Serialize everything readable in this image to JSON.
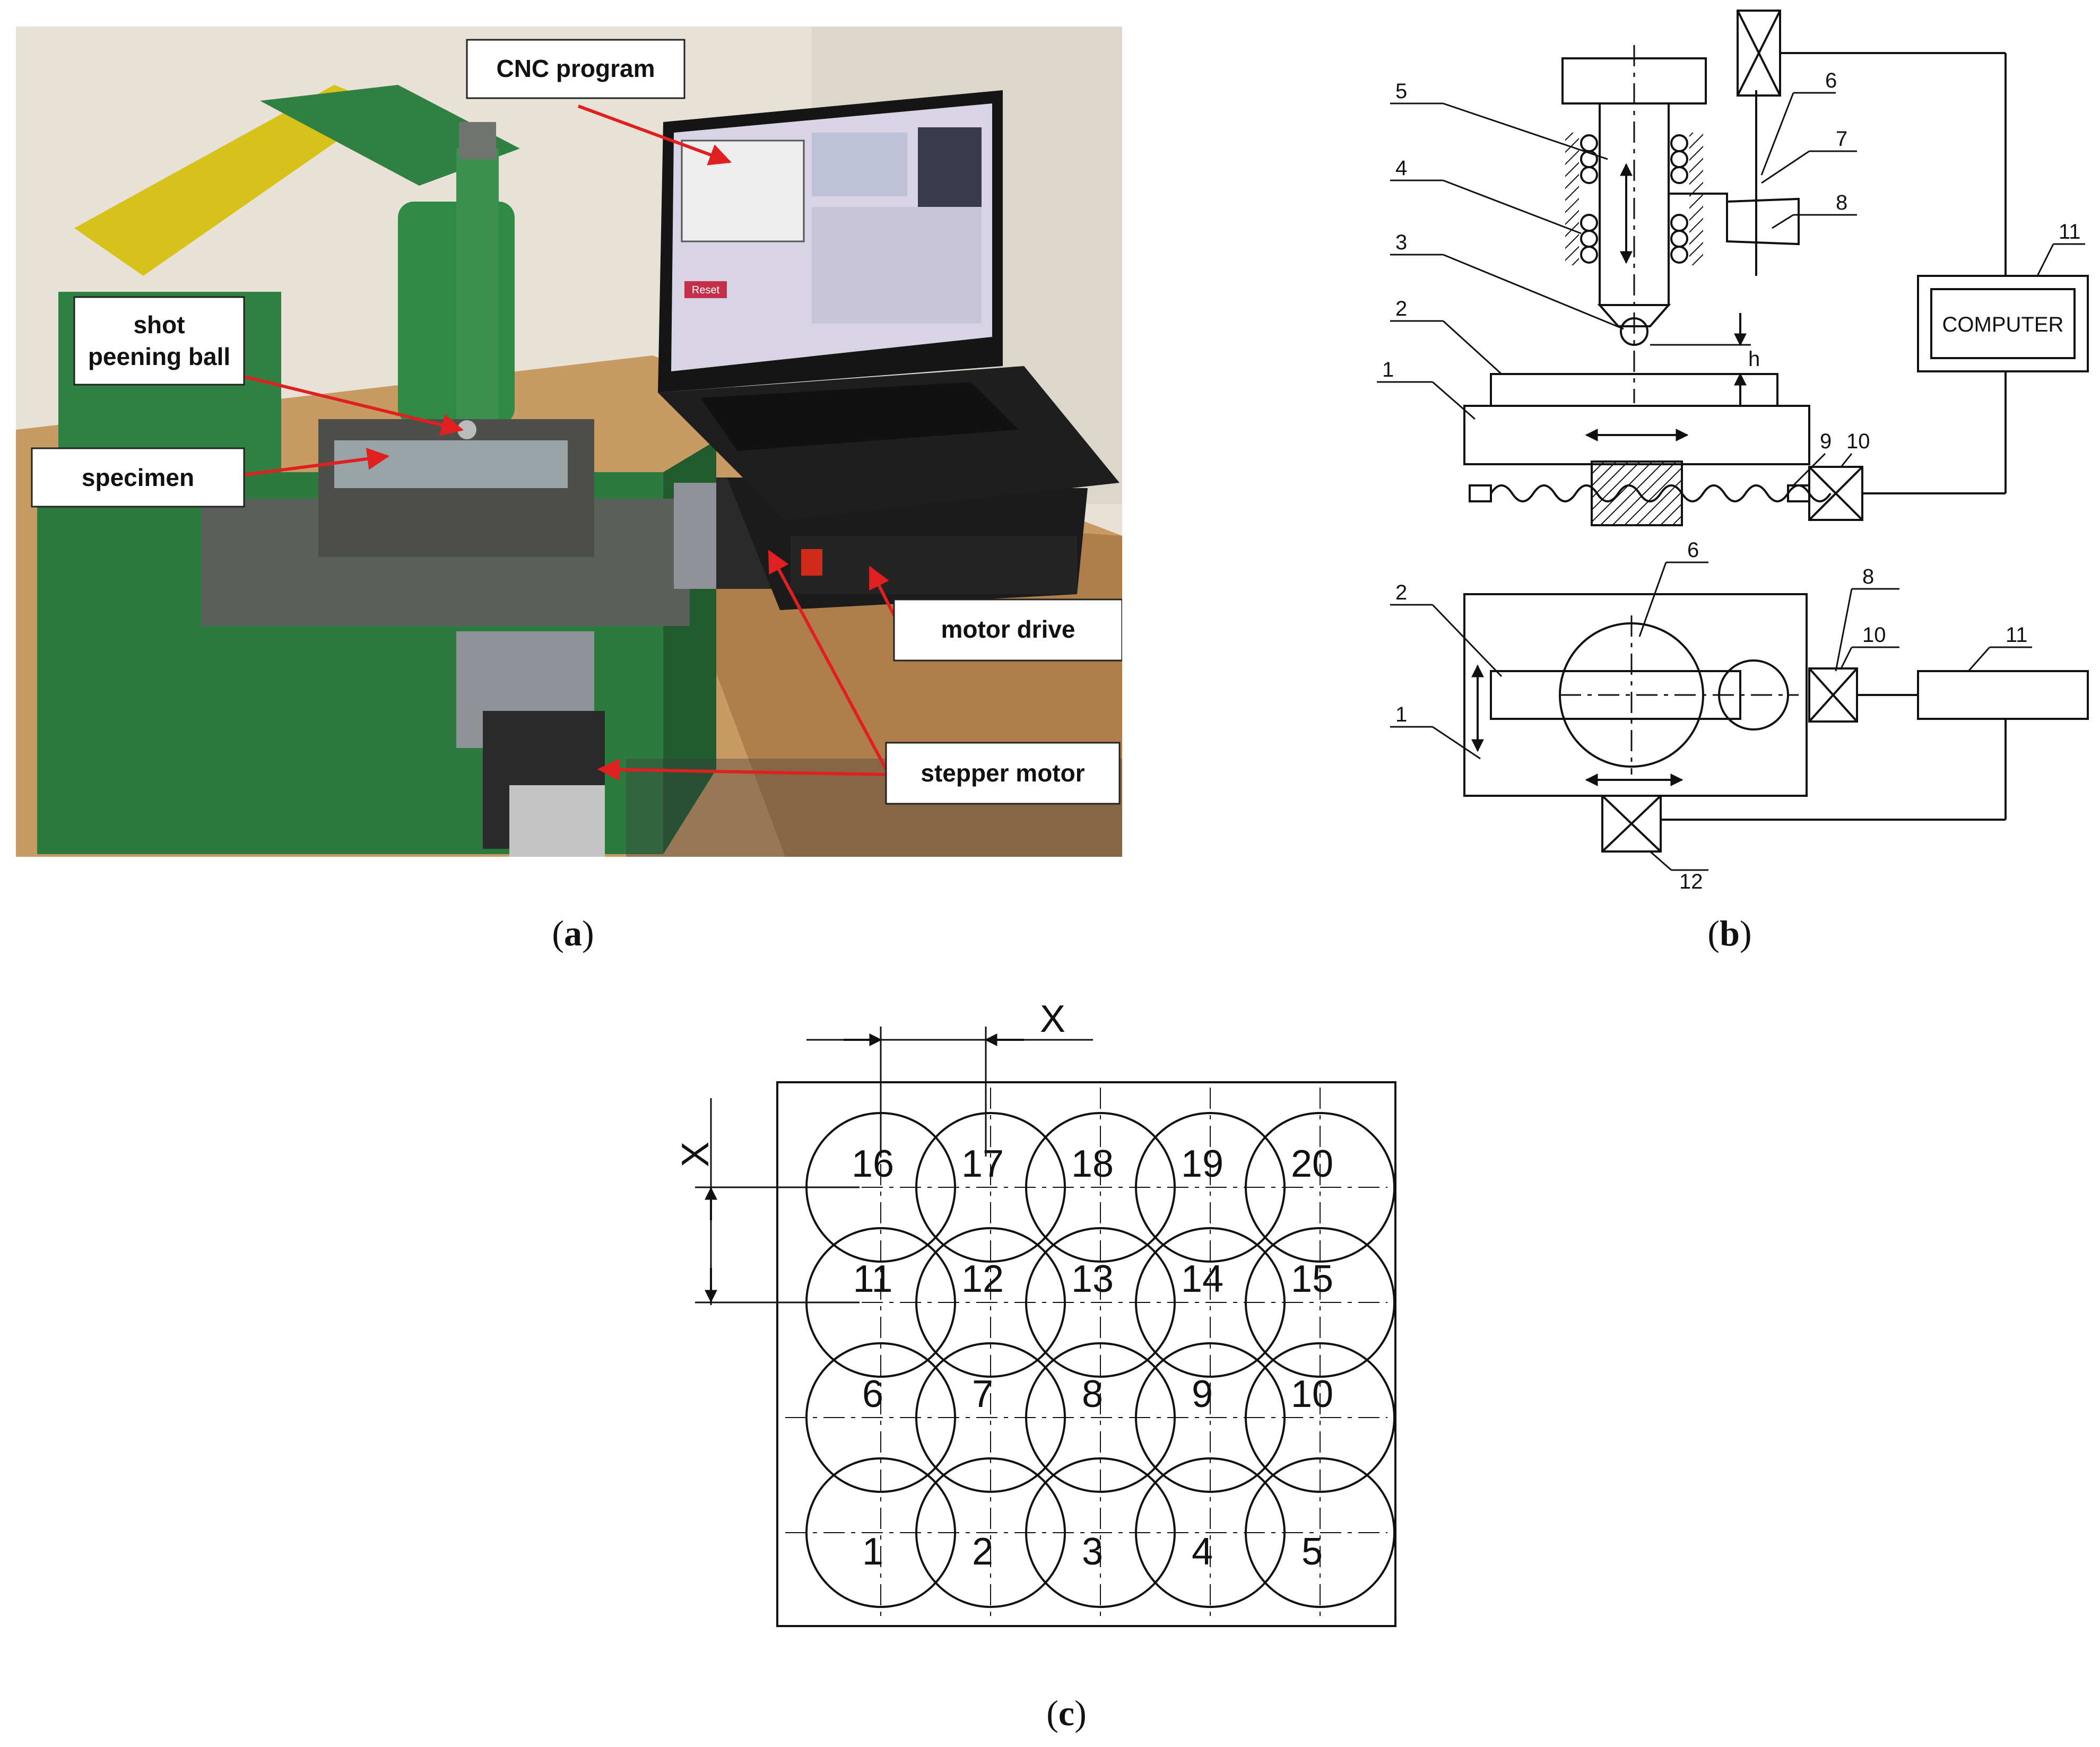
{
  "photo": {
    "callouts": {
      "cnc_program": "CNC program",
      "shot_peening_ball_line1": "shot",
      "shot_peening_ball_line2": "peening ball",
      "specimen": "specimen",
      "motor_drive": "motor drive",
      "stepper_motor": "stepper motor"
    },
    "screen_button": "Reset",
    "accent_colors": {
      "machine_green": "#2d7a3e",
      "machine_yellow": "#d6c21a",
      "arrow_red": "#e02020",
      "table_wood": "#c89a64"
    }
  },
  "schematic": {
    "computer_label": "COMPUTER",
    "h_label": "h",
    "part_numbers": [
      "1",
      "2",
      "3",
      "4",
      "5",
      "6",
      "7",
      "8",
      "9",
      "10",
      "11",
      "12"
    ]
  },
  "grid": {
    "dimension_label": "X",
    "rows": [
      [
        "16",
        "17",
        "18",
        "19",
        "20"
      ],
      [
        "11",
        "12",
        "13",
        "14",
        "15"
      ],
      [
        "6",
        "7",
        "8",
        "9",
        "10"
      ],
      [
        "1",
        "2",
        "3",
        "4",
        "5"
      ]
    ]
  },
  "captions": {
    "a": "a",
    "b": "b",
    "c": "c"
  }
}
